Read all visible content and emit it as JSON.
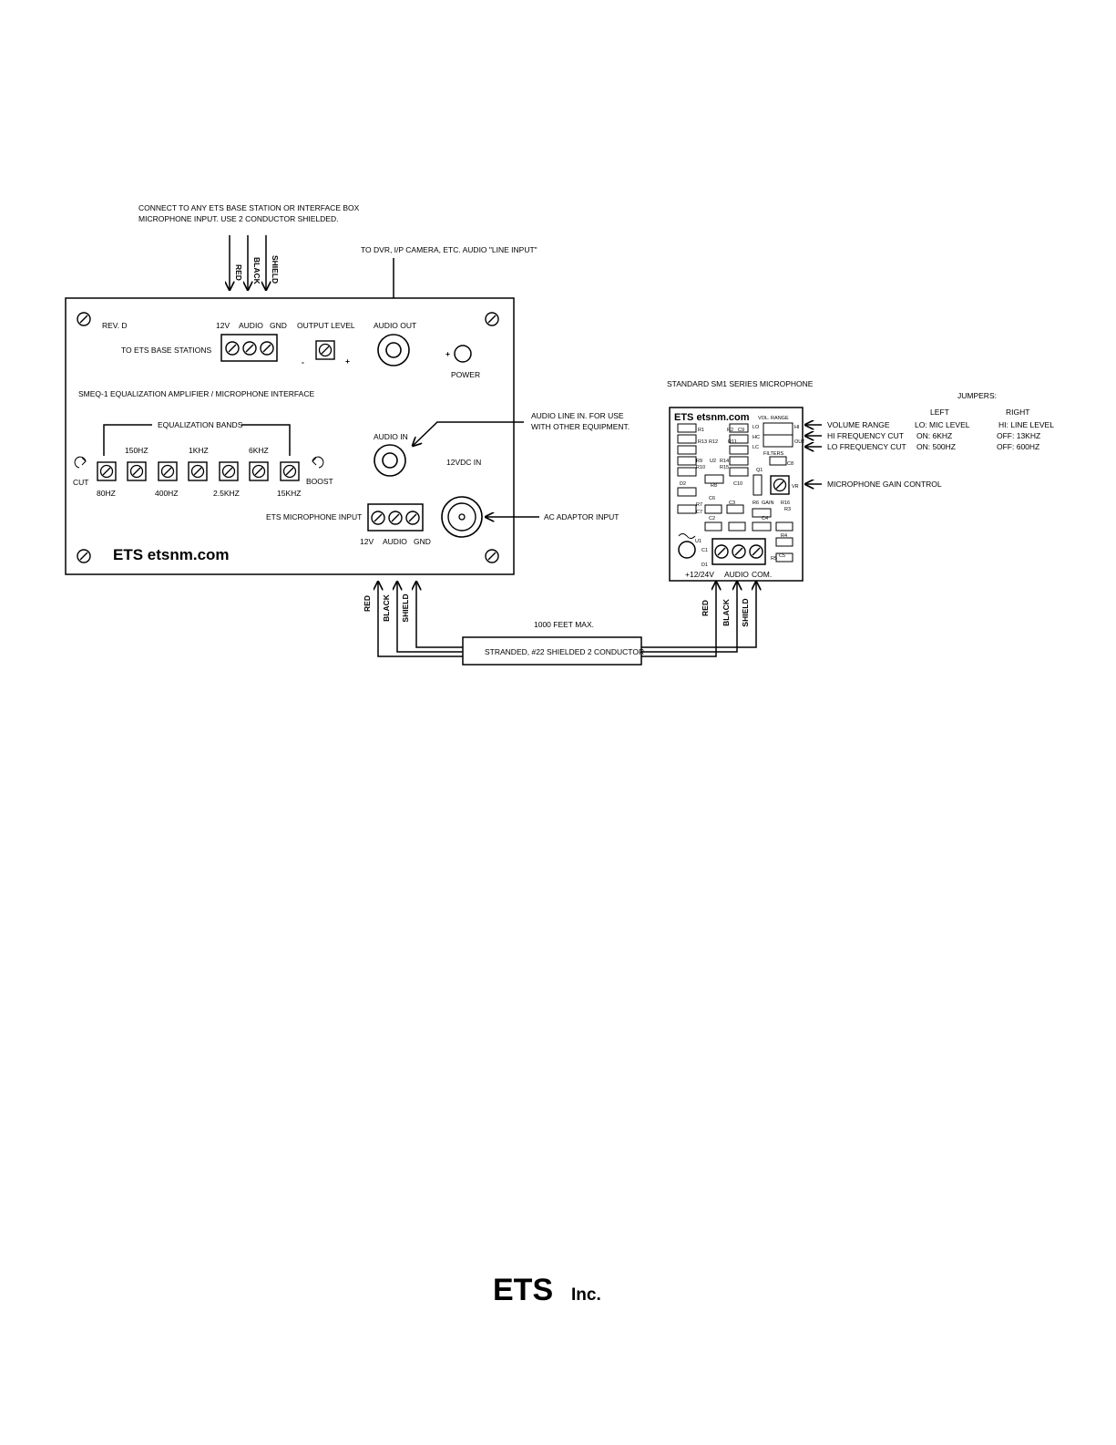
{
  "top_note": {
    "line1": "CONNECT TO ANY  ETS BASE STATION OR INTERFACE BOX",
    "line2": "MICROPHONE INPUT. USE 2 CONDUCTOR SHIELDED."
  },
  "wire_labels": {
    "red": "RED",
    "black": "BLACK",
    "shield": "SHIELD"
  },
  "dvr_note": "TO DVR, I/P CAMERA, ETC. AUDIO \"LINE INPUT\"",
  "smeq": {
    "rev": "REV. D",
    "terminal_labels": {
      "v12": "12V",
      "audio": "AUDIO",
      "gnd": "GND"
    },
    "to_base": "TO ETS BASE STATIONS",
    "output_level": "OUTPUT LEVEL",
    "minus": "-",
    "plus": "+",
    "audio_out": "AUDIO OUT",
    "power": "POWER",
    "title": "SMEQ-1 EQUALIZATION AMPLIFIER / MICROPHONE INTERFACE",
    "eq_bands_label": "EQUALIZATION BANDS",
    "eq_top": [
      "150HZ",
      "1KHZ",
      "6KHZ"
    ],
    "eq_bottom": [
      "80HZ",
      "400HZ",
      "2.5KHZ",
      "15KHZ"
    ],
    "cut": "CUT",
    "boost": "BOOST",
    "audio_in": "AUDIO IN",
    "dc_in": "12VDC IN",
    "mic_input": "ETS MICROPHONE INPUT",
    "input_terminal_labels": {
      "v12": "12V",
      "audio": "AUDIO",
      "gnd": "GND"
    },
    "brand": "ETS etsnm.com"
  },
  "audio_line_note": {
    "line1": "AUDIO LINE IN. FOR USE",
    "line2": "WITH OTHER EQUIPMENT."
  },
  "ac_adaptor": "AC ADAPTOR INPUT",
  "cable": {
    "max": "1000 FEET MAX.",
    "spec": "STRANDED, #22 SHIELDED 2 CONDUCTOR"
  },
  "mic": {
    "title": "STANDARD SM1 SERIES MICROPHONE",
    "brand": "ETS etsnm.com",
    "vol_range": "VOL. RANGE",
    "board_labels": [
      "R1",
      "R2",
      "R3",
      "R4",
      "R5",
      "R6",
      "R7",
      "R8",
      "R9",
      "R10",
      "R11",
      "R12",
      "R13",
      "R14",
      "R15",
      "R16",
      "C1",
      "C2",
      "C3",
      "C4",
      "C5",
      "C6",
      "C7",
      "C8",
      "C9",
      "C10",
      "D1",
      "D2",
      "U1",
      "U2",
      "Q1",
      "VR",
      "LO",
      "HC",
      "LC",
      "HI",
      "OUT",
      "FILTERS",
      "GAIN"
    ],
    "terminals": {
      "v": "+12/24V",
      "audio": "AUDIO",
      "com": "COM."
    },
    "gain_control": "MICROPHONE GAIN CONTROL"
  },
  "jumpers": {
    "title": "JUMPERS:",
    "left": "LEFT",
    "right": "RIGHT",
    "rows": [
      {
        "name": "VOLUME RANGE",
        "left": "LO: MIC LEVEL",
        "right": "HI: LINE LEVEL"
      },
      {
        "name": "HI FREQUENCY CUT",
        "left": "ON: 6KHZ",
        "right": "OFF: 13KHZ"
      },
      {
        "name": "LO FREQUENCY CUT",
        "left": "ON: 500HZ",
        "right": "OFF: 600HZ"
      }
    ]
  },
  "footer_logo": {
    "big": "ETS",
    "small": "Inc."
  }
}
